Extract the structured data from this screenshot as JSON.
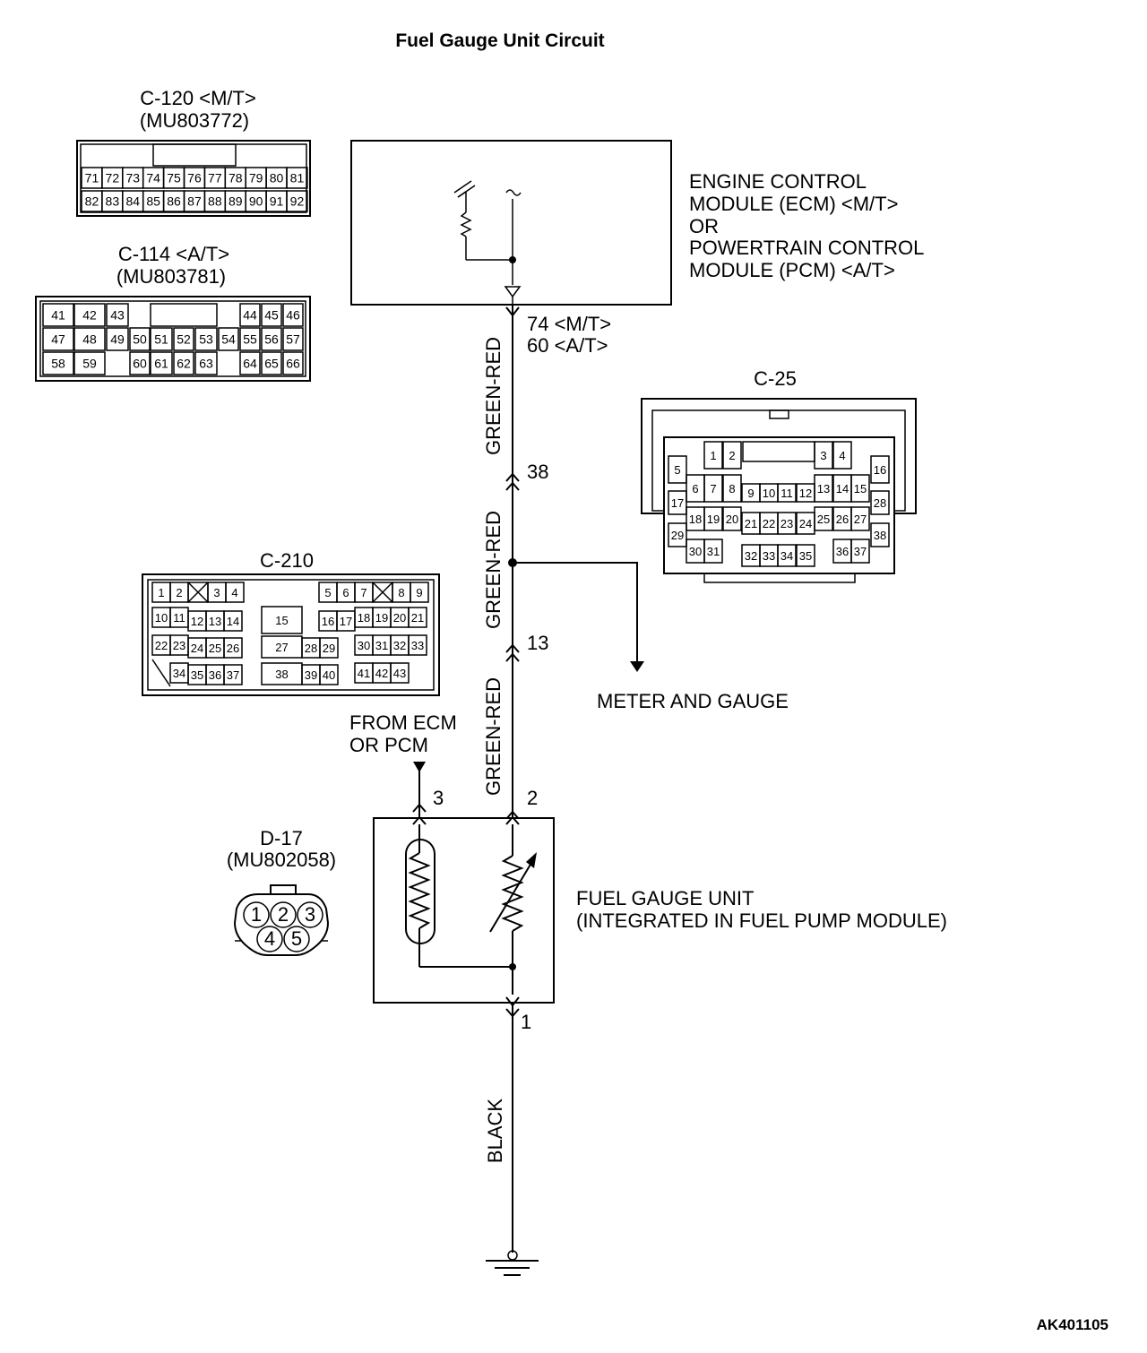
{
  "title": "Fuel Gauge Unit Circuit",
  "figure_code": "AK401105",
  "connectors": {
    "c120": {
      "name": "C-120 <M/T>",
      "part": "(MU803772)",
      "rows": [
        [
          "71",
          "72",
          "73",
          "74",
          "75",
          "76",
          "77",
          "78",
          "79",
          "80",
          "81"
        ],
        [
          "82",
          "83",
          "84",
          "85",
          "86",
          "87",
          "88",
          "89",
          "90",
          "91",
          "92"
        ]
      ]
    },
    "c114": {
      "name": "C-114 <A/T>",
      "part": "(MU803781)",
      "rows": [
        [
          "41",
          "42",
          "43",
          "",
          "",
          "",
          "",
          "",
          "44",
          "45",
          "46"
        ],
        [
          "47",
          "48",
          "49",
          "50",
          "51",
          "52",
          "53",
          "54",
          "55",
          "56",
          "57"
        ],
        [
          "58",
          "59",
          "",
          "60",
          "61",
          "62",
          "63",
          "",
          "64",
          "65",
          "66"
        ]
      ]
    },
    "c25": {
      "name": "C-25",
      "pins": [
        "1",
        "2",
        "3",
        "4",
        "5",
        "6",
        "7",
        "8",
        "9",
        "10",
        "11",
        "12",
        "13",
        "14",
        "15",
        "16",
        "17",
        "18",
        "19",
        "20",
        "21",
        "22",
        "23",
        "24",
        "25",
        "26",
        "27",
        "28",
        "29",
        "30",
        "31",
        "32",
        "33",
        "34",
        "35",
        "36",
        "37",
        "38"
      ]
    },
    "c210": {
      "name": "C-210",
      "pins": [
        "1",
        "2",
        "3",
        "4",
        "5",
        "6",
        "7",
        "8",
        "9",
        "10",
        "11",
        "12",
        "13",
        "14",
        "15",
        "16",
        "17",
        "18",
        "19",
        "20",
        "21",
        "22",
        "23",
        "24",
        "25",
        "26",
        "27",
        "28",
        "29",
        "30",
        "31",
        "32",
        "33",
        "34",
        "35",
        "36",
        "37",
        "38",
        "39",
        "40",
        "41",
        "42",
        "43"
      ]
    },
    "d17": {
      "name": "D-17",
      "part": "(MU802058)",
      "pins": [
        "1",
        "2",
        "3",
        "4",
        "5"
      ]
    }
  },
  "ecm": {
    "line1": "ENGINE CONTROL",
    "line2": "MODULE (ECM) <M/T>",
    "line3": "OR",
    "line4": "POWERTRAIN CONTROL",
    "line5": "MODULE (PCM) <A/T>",
    "pin_mt": "74 <M/T>",
    "pin_at": "60 <A/T>"
  },
  "wires": {
    "green_red": "GREEN-RED",
    "black": "BLACK"
  },
  "junction_pins": {
    "p38": "38",
    "p13": "13",
    "p2": "2",
    "p3": "3",
    "p1": "1"
  },
  "meter": "METER AND GAUGE",
  "from_ecm": {
    "line1": "FROM ECM",
    "line2": "OR PCM"
  },
  "fuel_unit": {
    "line1": "FUEL GAUGE UNIT",
    "line2": "(INTEGRATED IN FUEL PUMP MODULE)"
  }
}
